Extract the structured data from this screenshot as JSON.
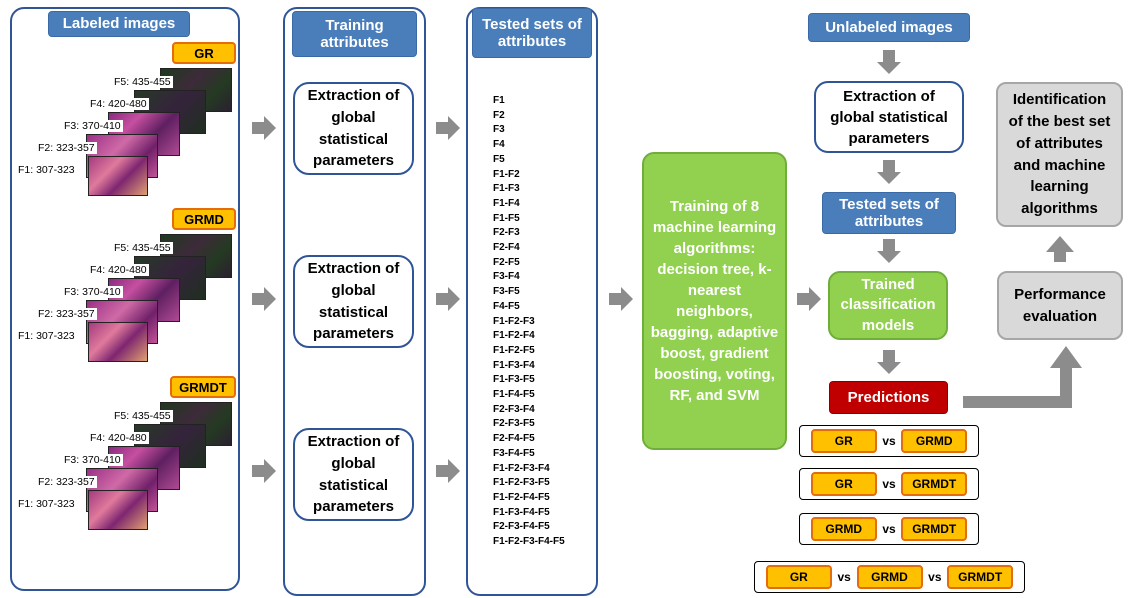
{
  "labeled": {
    "title": "Labeled images",
    "groups": [
      {
        "tag": "GR",
        "bands": [
          "F5: 435-455",
          "F4: 420-480",
          "F3: 370-410",
          "F2: 323-357",
          "F1: 307-323"
        ]
      },
      {
        "tag": "GRMD",
        "bands": [
          "F5: 435-455",
          "F4: 420-480",
          "F3: 370-410",
          "F2: 323-357",
          "F1: 307-323"
        ]
      },
      {
        "tag": "GRMDT",
        "bands": [
          "F5: 435-455",
          "F4: 420-480",
          "F3: 370-410",
          "F2: 323-357",
          "F1: 307-323"
        ]
      }
    ]
  },
  "training": {
    "title": "Training attributes",
    "extraction": "Extraction of global statistical parameters"
  },
  "tested": {
    "title": "Tested sets of attributes",
    "sets": [
      "F1",
      "F2",
      "F3",
      "F4",
      "F5",
      "F1-F2",
      "F1-F3",
      "F1-F4",
      "F1-F5",
      "F2-F3",
      "F2-F4",
      "F2-F5",
      "F3-F4",
      "F3-F5",
      "F4-F5",
      "F1-F2-F3",
      "F1-F2-F4",
      "F1-F2-F5",
      "F1-F3-F4",
      "F1-F3-F5",
      "F1-F4-F5",
      "F2-F3-F4",
      "F2-F3-F5",
      "F2-F4-F5",
      "F3-F4-F5",
      "F1-F2-F3-F4",
      "F1-F2-F3-F5",
      "F1-F2-F4-F5",
      "F1-F3-F4-F5",
      "F2-F3-F4-F5",
      "F1-F2-F3-F4-F5"
    ]
  },
  "training_models": "Training of 8 machine learning algorithms: decision tree, k-nearest neighbors, bagging, adaptive boost, gradient boosting, voting, RF, and SVM",
  "unlabeled": {
    "title": "Unlabeled images",
    "extraction": "Extraction of global statistical parameters",
    "tested_sets": "Tested sets of attributes",
    "trained": "Trained classification models",
    "predictions": "Predictions"
  },
  "comparisons": [
    [
      "GR",
      "vs",
      "GRMD"
    ],
    [
      "GR",
      "vs",
      "GRMDT"
    ],
    [
      "GRMD",
      "vs",
      "GRMDT"
    ],
    [
      "GR",
      "vs",
      "GRMD",
      "vs",
      "GRMDT"
    ]
  ],
  "performance": "Performance evaluation",
  "identification": "Identification of the best set of attributes and machine learning algorithms",
  "colors": {
    "panel_border": "#2f5597",
    "header_blue": "#4a7ebb",
    "tag_orange": "#ffc000",
    "tag_border": "#e46c0a",
    "green": "#92d050",
    "red": "#c00000",
    "grey": "#d9d9d9",
    "arrow": "#8c8c8c"
  }
}
